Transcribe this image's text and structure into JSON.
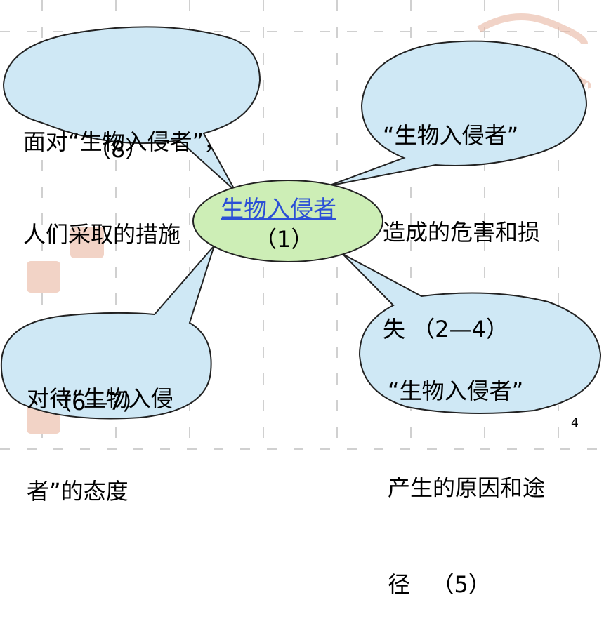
{
  "slide": {
    "page_number": "4",
    "colors": {
      "bubble_fill": "#cfe8f5",
      "center_fill": "#cdeeb6",
      "link": "#2b4fd6",
      "decor": "#e9b7a2"
    }
  },
  "center": {
    "title": "生物入侵者",
    "number": "（1）"
  },
  "bubbles": [
    {
      "lines": [
        "面对“生物入侵者”，",
        "人们采取的措施"
      ],
      "number": "（8）"
    },
    {
      "lines": [
        "“生物入侵者”",
        "造成的危害和损",
        "失 （2—4）"
      ]
    },
    {
      "lines": [
        "对待“生物入侵",
        "者”的态度"
      ],
      "number": "（6—7）"
    },
    {
      "lines": [
        "“生物入侵者”",
        "产生的原因和途",
        "径   （5）"
      ]
    }
  ]
}
